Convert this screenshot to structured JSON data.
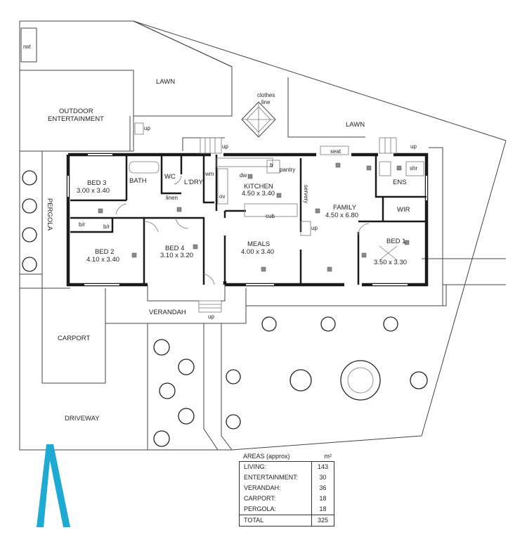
{
  "site_labels": {
    "rwt": "rwt",
    "lawn_top": "LAWN",
    "lawn_right": "LAWN",
    "outdoor_1": "OUTDOOR",
    "outdoor_2": "ENTERTAINMENT",
    "clothes_1": "clothes",
    "clothes_2": "line",
    "pergola": "PERGOLA",
    "verandah": "VERANDAH",
    "carport": "CARPORT",
    "driveway": "DRIVEWAY",
    "up": "up"
  },
  "rooms": {
    "bed3": "BED 3",
    "bed3_dim": "3.00 x 3.40",
    "bath": "BATH",
    "wc": "WC",
    "wm": "wm",
    "ldry": "L'DRY",
    "linen": "linen",
    "kitchen": "KITCHEN",
    "kitchen_dim": "4.50 x 3.40",
    "dw": "dw",
    "fr": "fr",
    "pantry": "pantry",
    "ov": "ov",
    "servery": "servery",
    "cub": "cub",
    "seat": "seat",
    "family": "FAMILY",
    "family_dim": "4.50 x 6.80",
    "ens": "ENS",
    "shr": "shr",
    "wir": "WIR",
    "bed1": "BED 1",
    "bed1_dim": "3.50 x 3.30",
    "bed2": "BED 2",
    "bed2_dim": "4.10 x 3.40",
    "bir1": "b/r",
    "bir2": "b/r",
    "bed4": "BED 4",
    "bed4_dim": "3.10 x 3.20",
    "meals": "MEALS",
    "meals_dim": "4.00 x 3.40"
  },
  "areas": {
    "title": "AREAS (approx)",
    "unit": "m²",
    "rows": [
      {
        "label": "LIVING:",
        "value": "143"
      },
      {
        "label": "ENTERTAINMENT:",
        "value": "30"
      },
      {
        "label": "VERANDAH:",
        "value": "36"
      },
      {
        "label": "CARPORT:",
        "value": "18"
      },
      {
        "label": "PERGOLA:",
        "value": "18"
      }
    ],
    "total_label": "TOTAL",
    "total_value": "325"
  },
  "colors": {
    "logo": "#1eaad2",
    "wall": "#1a1a1a"
  }
}
